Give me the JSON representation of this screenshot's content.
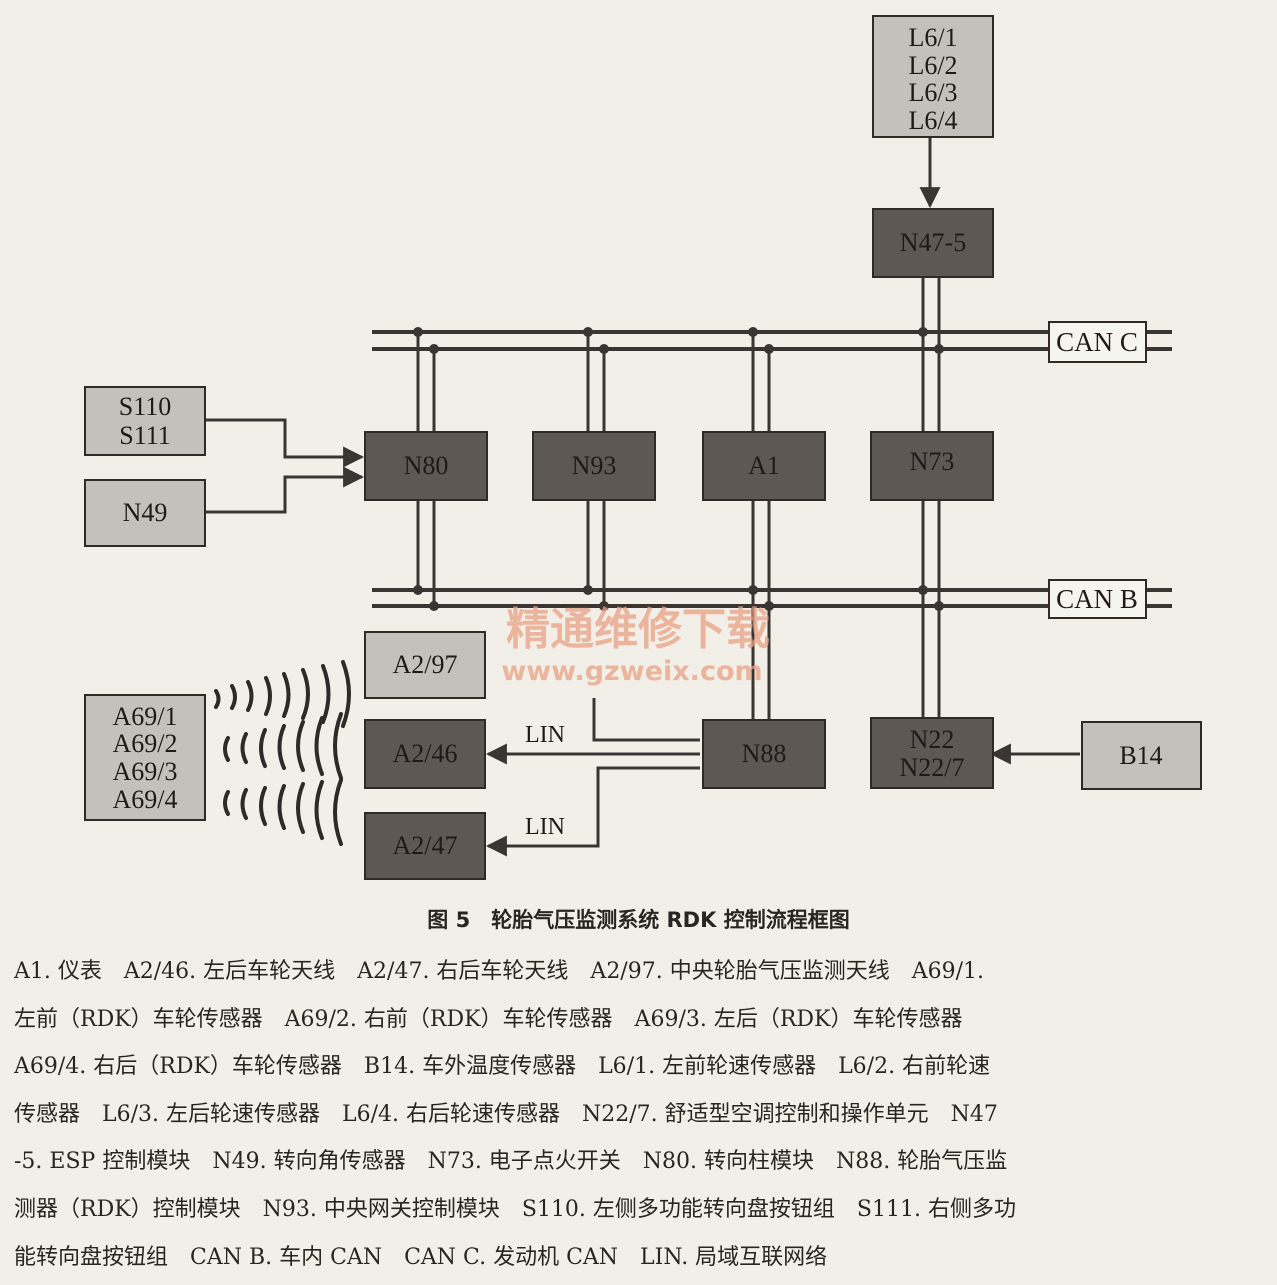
{
  "boxes": {
    "l6": [
      "L6/1",
      "L6/2",
      "L6/3",
      "L6/4"
    ],
    "n47_5": "N47-5",
    "s110_s111": [
      "S110",
      "S111"
    ],
    "n49": "N49",
    "n80": "N80",
    "n93": "N93",
    "a1": "A1",
    "n73": "N73",
    "a2_97": "A2/97",
    "a69": [
      "A69/1",
      "A69/2",
      "A69/3",
      "A69/4"
    ],
    "a2_46": "A2/46",
    "a2_47": "A2/47",
    "n88": "N88",
    "n22": [
      "N22",
      "N22/7"
    ],
    "b14": "B14"
  },
  "buses": {
    "can_c": "CAN C",
    "can_b": "CAN B"
  },
  "links": {
    "lin_1": "LIN",
    "lin_2": "LIN"
  },
  "watermark": {
    "line1": "精通维修下载",
    "line2": "www.gzweix.com"
  },
  "caption": "图 5　轮胎气压监测系统 RDK 控制流程框图",
  "legend_lines": [
    "A1. 仪表　A2/46. 左后车轮天线　A2/47. 右后车轮天线　A2/97. 中央轮胎气压监测天线　A69/1.",
    "左前（RDK）车轮传感器　A69/2. 右前（RDK）车轮传感器　A69/3. 左后（RDK）车轮传感器",
    "A69/4. 右后（RDK）车轮传感器　B14. 车外温度传感器　L6/1. 左前轮速传感器　L6/2. 右前轮速",
    "传感器　L6/3. 左后轮速传感器　L6/4. 右后轮速传感器　N22/7. 舒适型空调控制和操作单元　N47",
    "-5. ESP 控制模块　N49. 转向角传感器　N73. 电子点火开关　N80. 转向柱模块　N88. 轮胎气压监",
    "测器（RDK）控制模块　N93. 中央网关控制模块　S110. 左侧多功能转向盘按钮组　S111. 右侧多功",
    "能转向盘按钮组　CAN B. 车内 CAN　CAN C. 发动机 CAN　LIN. 局域互联网络"
  ],
  "colors": {
    "light_box": "#c4c0bb",
    "dark_box": "#5e5854",
    "line": "#3a3532",
    "background": "#f2efe9"
  }
}
